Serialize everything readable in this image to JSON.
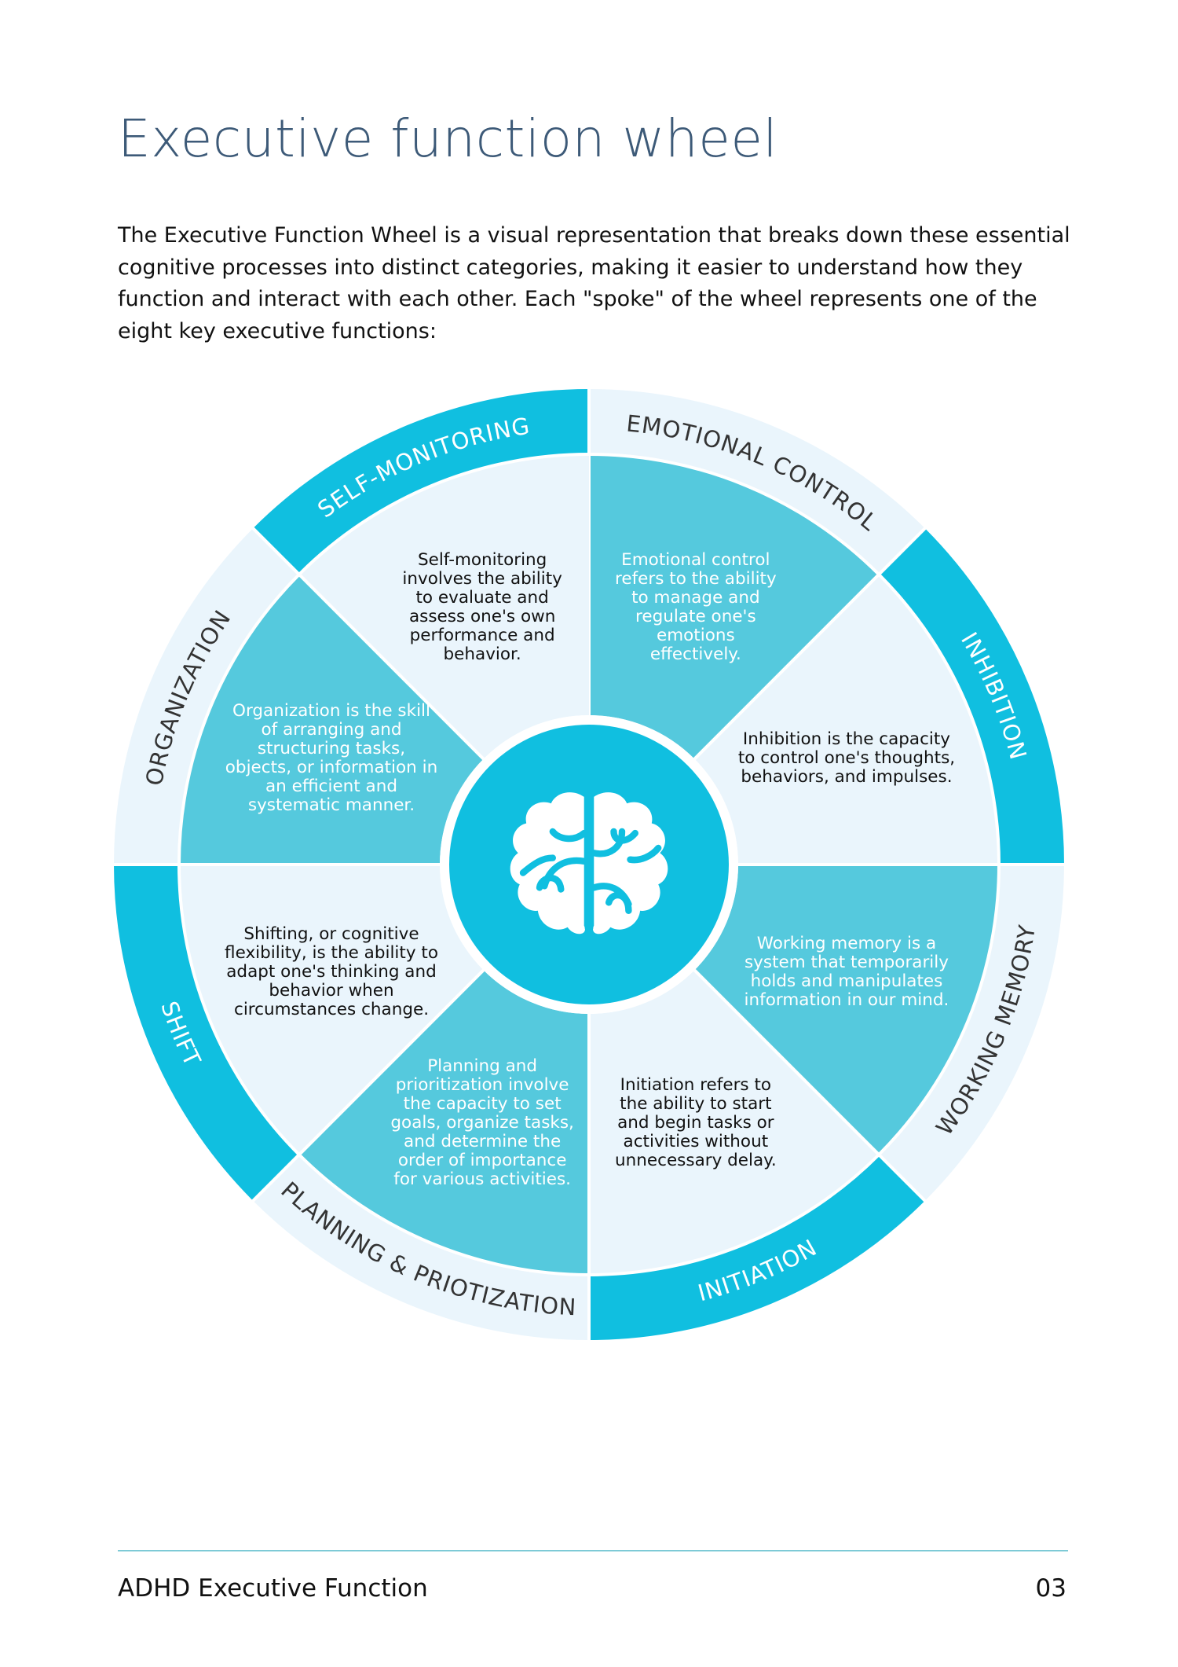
{
  "page": {
    "title": "Executive function wheel",
    "intro": "The Executive Function Wheel is a visual representation that breaks down these essential cognitive processes into distinct categories, making it easier to understand how they function and interact with each other. Each \"spoke\" of the wheel represents one of the eight key executive functions:"
  },
  "colors": {
    "title": "#3d5a78",
    "dark_blue": "#10bfe0",
    "medium_blue": "#55c9dd",
    "light_blue": "#eaf5fc",
    "footer_rule": "#7ecad6"
  },
  "wheel": {
    "center_icon": "brain-icon",
    "segments": [
      {
        "id": "emotional-control",
        "label": "EMOTIONAL CONTROL",
        "ring_style": "light",
        "inner_style": "medium",
        "description": [
          "Emotional control",
          "refers to the ability",
          "to manage and",
          "regulate one's",
          "emotions",
          "effectively."
        ]
      },
      {
        "id": "inhibition",
        "label": "INHIBITION",
        "ring_style": "dark",
        "inner_style": "light",
        "description": [
          "Inhibition is the capacity",
          "to control one's thoughts,",
          "behaviors, and impulses."
        ]
      },
      {
        "id": "working-memory",
        "label": "WORKING MEMORY",
        "ring_style": "light",
        "inner_style": "medium",
        "description": [
          "Working memory is a",
          "system that temporarily",
          "holds and manipulates",
          "information in our mind."
        ]
      },
      {
        "id": "initiation",
        "label": "INITIATION",
        "ring_style": "dark",
        "inner_style": "light",
        "description": [
          "Initiation refers to",
          "the ability to start",
          "and begin tasks or",
          "activities without",
          "unnecessary delay."
        ]
      },
      {
        "id": "planning-prioritization",
        "label": "PLANNING & PRIOTIZATION",
        "ring_style": "light",
        "inner_style": "medium",
        "description": [
          "Planning and",
          "prioritization involve",
          "the capacity to set",
          "goals, organize tasks,",
          "and determine the",
          "order of importance",
          "for various activities."
        ]
      },
      {
        "id": "shift",
        "label": "SHIFT",
        "ring_style": "dark",
        "inner_style": "light",
        "description": [
          "Shifting, or cognitive",
          "flexibility, is the ability to",
          "adapt one's thinking and",
          "behavior when",
          "circumstances change."
        ]
      },
      {
        "id": "organization",
        "label": "ORGANIZATION",
        "ring_style": "light",
        "inner_style": "medium",
        "description": [
          "Organization is the skill",
          "of arranging and",
          "structuring tasks,",
          "objects, or information in",
          "an efficient and",
          "systematic manner."
        ]
      },
      {
        "id": "self-monitoring",
        "label": "SELF-MONITORING",
        "ring_style": "dark",
        "inner_style": "light",
        "description": [
          "Self-monitoring",
          "involves the ability",
          "to evaluate and",
          "assess one's own",
          "performance and",
          "behavior."
        ]
      }
    ]
  },
  "footer": {
    "title": "ADHD Executive Function",
    "page_number": "03"
  }
}
